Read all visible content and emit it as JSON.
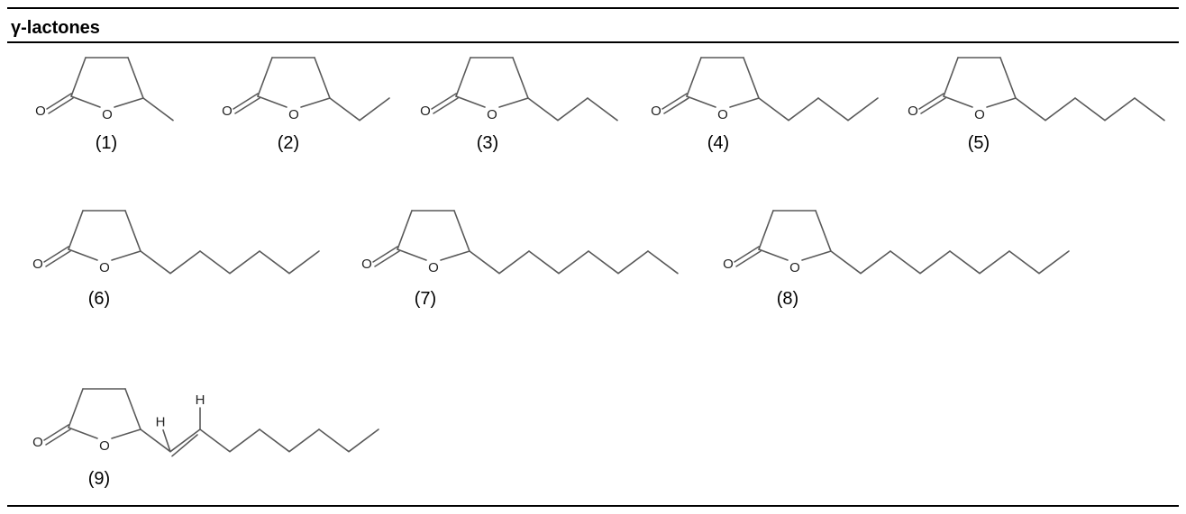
{
  "table": {
    "section_title": "γ-lactones",
    "compounds": [
      {
        "label": "(1)",
        "chain_length": 1,
        "double_bond": false
      },
      {
        "label": "(2)",
        "chain_length": 2,
        "double_bond": false
      },
      {
        "label": "(3)",
        "chain_length": 3,
        "double_bond": false
      },
      {
        "label": "(4)",
        "chain_length": 4,
        "double_bond": false
      },
      {
        "label": "(5)",
        "chain_length": 5,
        "double_bond": false
      },
      {
        "label": "(6)",
        "chain_length": 6,
        "double_bond": false
      },
      {
        "label": "(7)",
        "chain_length": 7,
        "double_bond": false
      },
      {
        "label": "(8)",
        "chain_length": 8,
        "double_bond": false
      },
      {
        "label": "(9)",
        "chain_length": 8,
        "double_bond": true
      }
    ],
    "atom_labels": {
      "carbonyl_oxygen": "O",
      "ring_oxygen": "O",
      "hydrogen": "H"
    }
  },
  "colors": {
    "bond": "#595959",
    "rule": "#000000",
    "text": "#000000"
  }
}
